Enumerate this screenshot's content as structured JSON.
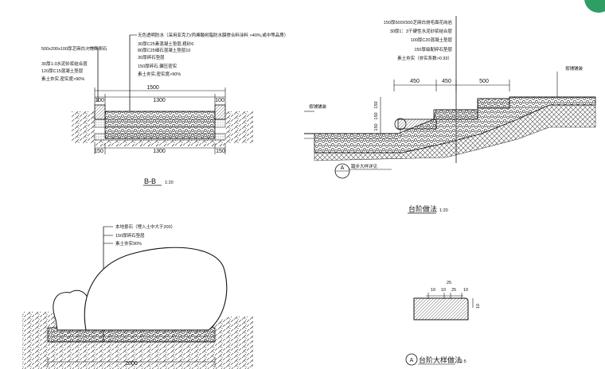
{
  "drawing_bb": {
    "top_dims": [
      "1500",
      "100",
      "1300",
      "100"
    ],
    "bottom_dims": [
      "150",
      "1300",
      "150"
    ],
    "left_labels": [
      "500x200x100厚芝麻白火烧面侧石",
      "30厚1:3水泥砂浆结合层",
      "120厚C15混凝土垫层",
      "素土夯实,密实度>90%"
    ],
    "right_labels": [
      "无色透明防水（采用亚克力/丙烯酸树脂防水膜掺合料涂料 >40%,或中等品质）",
      "30厚C25素混凝土垫层,粗砂6",
      "80厚C25细石混凝土垫层10",
      "30厚碎石垫层",
      "150厚碎石,碾压密实",
      "素土夯实,密实度>90%"
    ],
    "title": "B-B",
    "scale": "1:20"
  },
  "drawing_step": {
    "labels": [
      "150厚500X500芝麻白烧毛面花岗岩",
      "30厚1：3干硬性水泥砂浆结合层",
      "100厚C20混凝土垫层",
      "150厚级配碎石垫层",
      "素土夯实（夯实系数>0.93）"
    ],
    "dims": [
      "450",
      "450",
      "500"
    ],
    "vert_dims": [
      "150",
      "150",
      "150"
    ],
    "left_note": "按铺铺装",
    "right_note": "按铺铺装",
    "callout_letter": "A",
    "callout_text": "踏步大样详见",
    "title": "台阶做法",
    "scale": "1:20"
  },
  "drawing_rock": {
    "labels": [
      "本地景石（埋入土中大于200）",
      "150厚碎石垫层",
      "素土夯实90%"
    ],
    "dim": "2000"
  },
  "drawing_detail": {
    "dims": [
      "10",
      "25",
      "10",
      "25",
      "10"
    ],
    "side_dim": "10",
    "callout_letter": "A",
    "title": "台阶大样做法",
    "scale": "1:5"
  },
  "colors": {
    "accent_green": "#2e9e64",
    "line": "#111111",
    "hatch": "#333333"
  }
}
